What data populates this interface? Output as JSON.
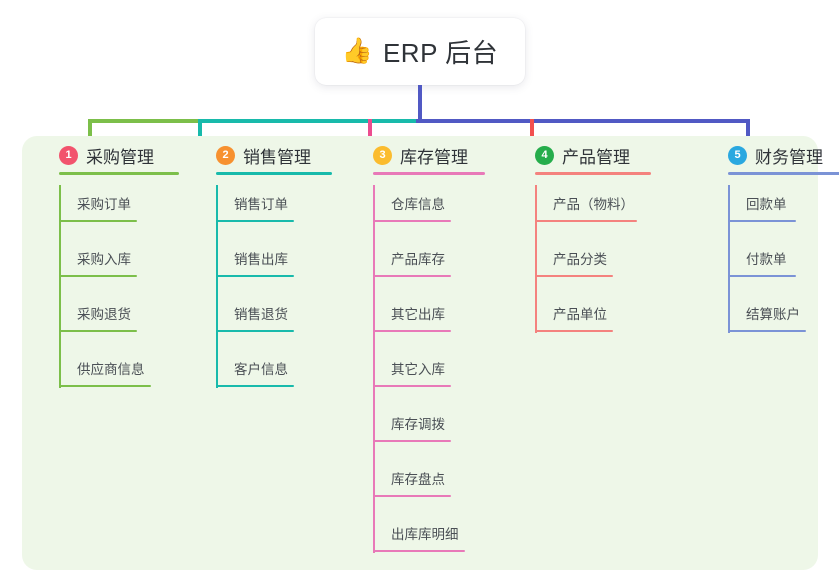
{
  "diagram": {
    "type": "org-chart-mindmap",
    "background_color": "#ffffff",
    "panel_color": "#eef7e8",
    "root": {
      "emoji": "👍",
      "emoji_name": "thumbs-up-icon",
      "title": "ERP 后台",
      "card_color": "#ffffff",
      "stem_color": "#5159c4"
    },
    "bus": [
      {
        "color": "#7cbf4a"
      },
      {
        "color": "#18baab"
      },
      {
        "color": "#5159c4"
      }
    ],
    "columns": [
      {
        "number": "1",
        "title": "采购管理",
        "badge_color": "#f2536d",
        "line_color": "#7cbf4a",
        "drop_color": "#7cbf4a",
        "head_rule_width": 120,
        "items": [
          {
            "label": "采购订单",
            "rule_width": 78
          },
          {
            "label": "采购入库",
            "rule_width": 78
          },
          {
            "label": "采购退货",
            "rule_width": 78
          },
          {
            "label": "供应商信息",
            "rule_width": 92
          }
        ]
      },
      {
        "number": "2",
        "title": "销售管理",
        "badge_color": "#f7912f",
        "line_color": "#18baab",
        "drop_color": "#18baab",
        "head_rule_width": 116,
        "items": [
          {
            "label": "销售订单",
            "rule_width": 78
          },
          {
            "label": "销售出库",
            "rule_width": 78
          },
          {
            "label": "销售退货",
            "rule_width": 78
          },
          {
            "label": "客户信息",
            "rule_width": 78
          }
        ]
      },
      {
        "number": "3",
        "title": "库存管理",
        "badge_color": "#fbbc2e",
        "line_color": "#e879b8",
        "drop_color": "#ec4d8f",
        "head_rule_width": 112,
        "items": [
          {
            "label": "仓库信息",
            "rule_width": 78
          },
          {
            "label": "产品库存",
            "rule_width": 78
          },
          {
            "label": "其它出库",
            "rule_width": 78
          },
          {
            "label": "其它入库",
            "rule_width": 78
          },
          {
            "label": "库存调拨",
            "rule_width": 78
          },
          {
            "label": "库存盘点",
            "rule_width": 78
          },
          {
            "label": "出库库明细",
            "rule_width": 92
          }
        ]
      },
      {
        "number": "4",
        "title": "产品管理",
        "badge_color": "#25ad4b",
        "line_color": "#f4827e",
        "drop_color": "#f2504f",
        "head_rule_width": 116,
        "items": [
          {
            "label": "产品（物料）",
            "rule_width": 102
          },
          {
            "label": "产品分类",
            "rule_width": 78
          },
          {
            "label": "产品单位",
            "rule_width": 78
          }
        ]
      },
      {
        "number": "5",
        "title": "财务管理",
        "badge_color": "#2aa8e0",
        "line_color": "#7b93d6",
        "drop_color": "#5159c4",
        "head_rule_width": 116,
        "items": [
          {
            "label": "回款单",
            "rule_width": 68
          },
          {
            "label": "付款单",
            "rule_width": 68
          },
          {
            "label": "结算账户",
            "rule_width": 78
          }
        ]
      }
    ]
  }
}
